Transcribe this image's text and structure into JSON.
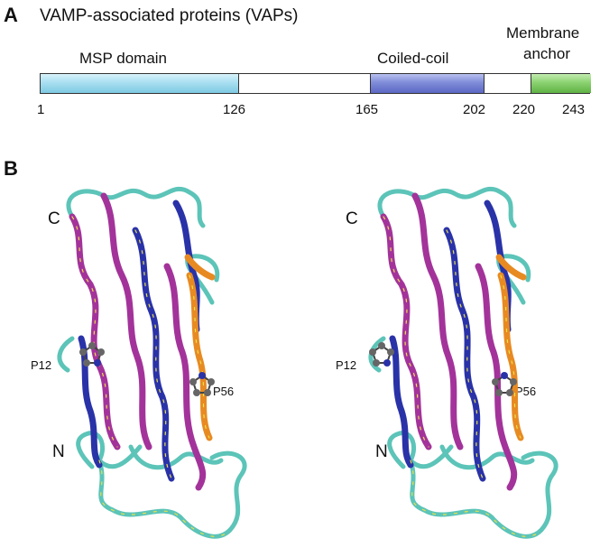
{
  "panel_a": {
    "letter": "A",
    "title": "VAMP-associated proteins (VAPs)",
    "domains": {
      "msp": "MSP domain",
      "coiled_coil": "Coiled-coil",
      "membrane_line1": "Membrane",
      "membrane_line2": "anchor"
    },
    "ticks": [
      "1",
      "126",
      "165",
      "202",
      "220",
      "243"
    ],
    "colors": {
      "msp": "#a9dff1",
      "coiled_coil": "#7f8cd8",
      "membrane": "#8bd271"
    }
  },
  "panel_b": {
    "letter": "B",
    "left": {
      "c_term": "C",
      "n_term": "N",
      "pro1": "P12",
      "pro2": "P56"
    },
    "right": {
      "c_term": "C",
      "n_term": "N",
      "pro1": "P12",
      "pro2": "P56"
    },
    "colors": {
      "coil": "#5cc4b8",
      "strand_a": "#2a32a8",
      "strand_b": "#a3339a",
      "strand_c": "#e88a22",
      "stripe": "#e8e04a"
    }
  }
}
